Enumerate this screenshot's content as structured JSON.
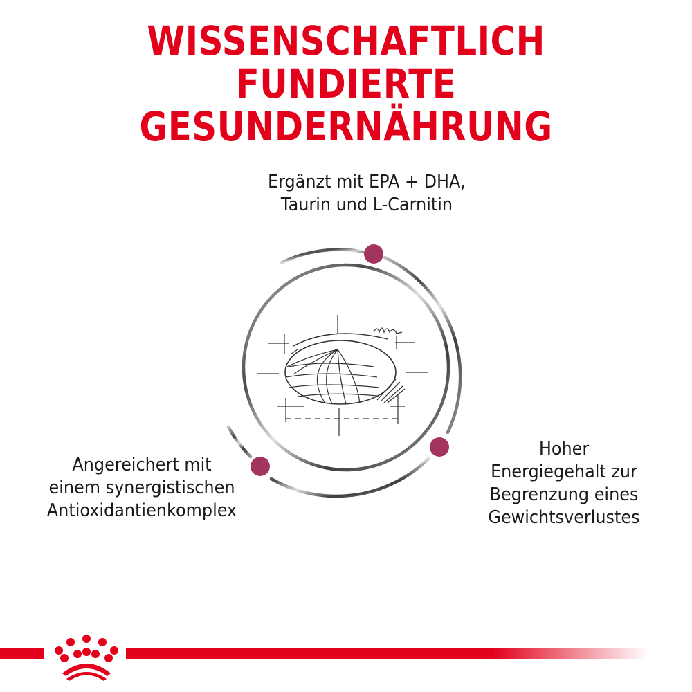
{
  "headline": {
    "line1": "WISSENSCHAFTLICH FUNDIERTE",
    "line2": "GESUNDERNÄHRUNG",
    "color": "#e2001a"
  },
  "callouts": {
    "top": {
      "line1": "Ergänzt mit EPA + DHA,",
      "line2": "Taurin und L-Carnitin"
    },
    "left": {
      "line1": "Angereichert mit",
      "line2": "einem synergistischen",
      "line3": "Antioxidantienkomplex"
    },
    "right": {
      "line1": "Hoher",
      "line2": "Energiegehalt zur",
      "line3": "Begrenzung eines",
      "line4": "Gewichtsverlustes"
    }
  },
  "diagram": {
    "center_icon": "kibble-sketch-icon",
    "dot_color": "#a3345f",
    "ring_color": "#6b6b6b"
  },
  "footer": {
    "logo": "royal-canin-crown-icon",
    "bar_color": "#e2001a"
  }
}
